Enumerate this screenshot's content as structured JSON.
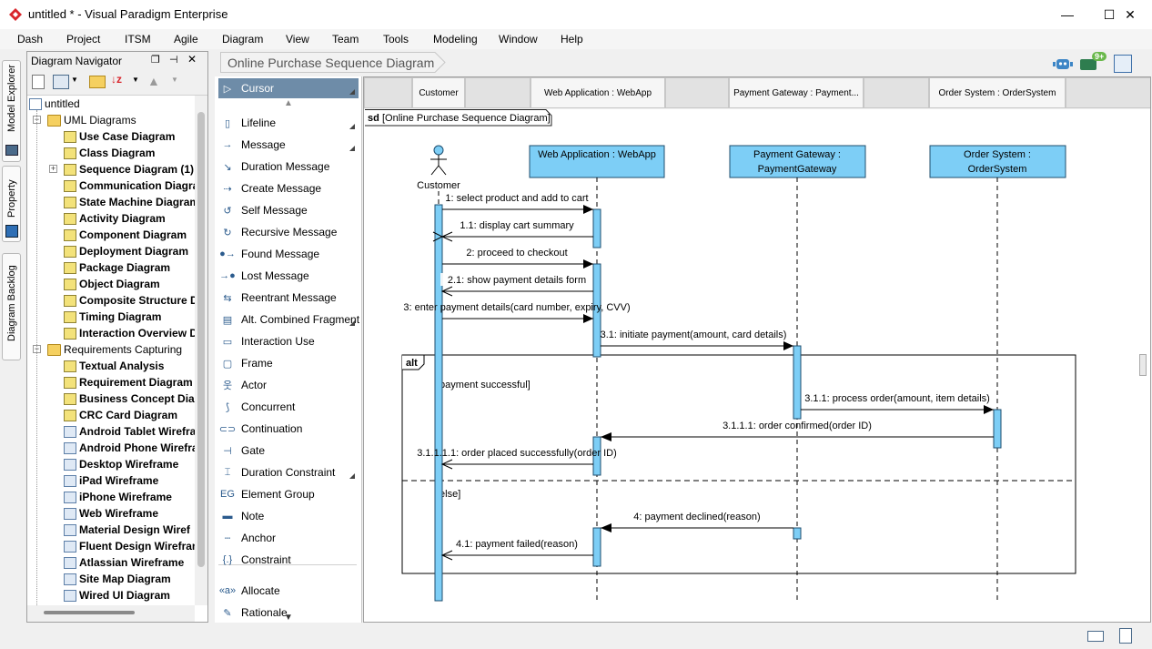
{
  "window": {
    "title": "untitled * - Visual Paradigm Enterprise",
    "minimize": "—",
    "maximize": "☐",
    "close": "✕"
  },
  "menu": [
    "Dash",
    "Project",
    "ITSM",
    "Agile",
    "Diagram",
    "View",
    "Team",
    "Tools",
    "Modeling",
    "Window",
    "Help"
  ],
  "vtabs": [
    "Model Explorer",
    "Property",
    "Diagram Backlog"
  ],
  "navigator": {
    "title": "Diagram Navigator",
    "tree": [
      {
        "label": "untitled",
        "level": 0,
        "icon": "page",
        "bold": false
      },
      {
        "label": "UML Diagrams",
        "level": 1,
        "icon": "folder",
        "bold": false,
        "expander": "−"
      },
      {
        "label": "Use Case Diagram",
        "level": 2,
        "icon": "diag",
        "bold": true
      },
      {
        "label": "Class Diagram",
        "level": 2,
        "icon": "diag",
        "bold": true
      },
      {
        "label": "Sequence Diagram (1)",
        "level": 2,
        "icon": "diag",
        "bold": true,
        "expander": "+"
      },
      {
        "label": "Communication Diagram",
        "level": 2,
        "icon": "diag",
        "bold": true
      },
      {
        "label": "State Machine Diagram",
        "level": 2,
        "icon": "diag",
        "bold": true
      },
      {
        "label": "Activity Diagram",
        "level": 2,
        "icon": "diag",
        "bold": true
      },
      {
        "label": "Component Diagram",
        "level": 2,
        "icon": "diag",
        "bold": true
      },
      {
        "label": "Deployment Diagram",
        "level": 2,
        "icon": "diag",
        "bold": true
      },
      {
        "label": "Package Diagram",
        "level": 2,
        "icon": "diag",
        "bold": true
      },
      {
        "label": "Object Diagram",
        "level": 2,
        "icon": "diag",
        "bold": true
      },
      {
        "label": "Composite Structure D",
        "level": 2,
        "icon": "diag",
        "bold": true
      },
      {
        "label": "Timing Diagram",
        "level": 2,
        "icon": "diag",
        "bold": true
      },
      {
        "label": "Interaction Overview D",
        "level": 2,
        "icon": "diag",
        "bold": true
      },
      {
        "label": "Requirements Capturing",
        "level": 1,
        "icon": "folder",
        "bold": false,
        "expander": "−"
      },
      {
        "label": "Textual Analysis",
        "level": 2,
        "icon": "diag",
        "bold": true
      },
      {
        "label": "Requirement Diagram",
        "level": 2,
        "icon": "diag",
        "bold": true
      },
      {
        "label": "Business Concept Diag",
        "level": 2,
        "icon": "diag",
        "bold": true
      },
      {
        "label": "CRC Card Diagram",
        "level": 2,
        "icon": "diag",
        "bold": true
      },
      {
        "label": "Android Tablet Wirefra",
        "level": 2,
        "icon": "wire",
        "bold": true
      },
      {
        "label": "Android Phone Wirefra",
        "level": 2,
        "icon": "wire",
        "bold": true
      },
      {
        "label": "Desktop Wireframe",
        "level": 2,
        "icon": "wire",
        "bold": true
      },
      {
        "label": "iPad Wireframe",
        "level": 2,
        "icon": "wire",
        "bold": true
      },
      {
        "label": "iPhone Wireframe",
        "level": 2,
        "icon": "wire",
        "bold": true
      },
      {
        "label": "Web Wireframe",
        "level": 2,
        "icon": "wire",
        "bold": true
      },
      {
        "label": "Material Design Wiref",
        "level": 2,
        "icon": "wire",
        "bold": true
      },
      {
        "label": "Fluent Design Wirefran",
        "level": 2,
        "icon": "wire",
        "bold": true
      },
      {
        "label": "Atlassian Wireframe",
        "level": 2,
        "icon": "wire",
        "bold": true
      },
      {
        "label": "Site Map Diagram",
        "level": 2,
        "icon": "wire",
        "bold": true
      },
      {
        "label": "Wired UI Diagram",
        "level": 2,
        "icon": "wire",
        "bold": true
      }
    ]
  },
  "breadcrumb": "Online Purchase Sequence Diagram",
  "notification_badge": "9+",
  "palette": [
    {
      "label": "Cursor",
      "icon": "▷",
      "selected": true
    },
    {
      "label": "Lifeline",
      "icon": "▯",
      "more": true
    },
    {
      "label": "Message",
      "icon": "→",
      "more": true
    },
    {
      "label": "Duration Message",
      "icon": "↘"
    },
    {
      "label": "Create Message",
      "icon": "⇢"
    },
    {
      "label": "Self Message",
      "icon": "↺"
    },
    {
      "label": "Recursive Message",
      "icon": "↻"
    },
    {
      "label": "Found Message",
      "icon": "●→"
    },
    {
      "label": "Lost Message",
      "icon": "→●"
    },
    {
      "label": "Reentrant Message",
      "icon": "⇆"
    },
    {
      "label": "Alt. Combined Fragment",
      "icon": "▤",
      "more": true
    },
    {
      "label": "Interaction Use",
      "icon": "▭"
    },
    {
      "label": "Frame",
      "icon": "▢"
    },
    {
      "label": "Actor",
      "icon": "웃"
    },
    {
      "label": "Concurrent",
      "icon": "⟆"
    },
    {
      "label": "Continuation",
      "icon": "⊂⊃"
    },
    {
      "label": "Gate",
      "icon": "⊣"
    },
    {
      "label": "Duration Constraint",
      "icon": "⌶",
      "more": true
    },
    {
      "label": "Element Group",
      "icon": "EG"
    },
    {
      "label": "Note",
      "icon": "▬"
    },
    {
      "label": "Anchor",
      "icon": "┄"
    },
    {
      "label": "Constraint",
      "icon": "{.}"
    },
    {
      "label": "Allocate",
      "icon": "«a»"
    },
    {
      "label": "Rationale",
      "icon": "✎"
    }
  ],
  "lifeline_headers": [
    "Customer",
    "Web Application : WebApp",
    "Payment Gateway : Payment...",
    "Order System : OrderSystem"
  ],
  "diagram": {
    "frame_label": "sd",
    "frame_title": "[Online Purchase Sequence Diagram]",
    "actor": "Customer",
    "lifelines": [
      {
        "line1": "Web Application : WebApp",
        "line2": ""
      },
      {
        "line1": "Payment Gateway :",
        "line2": "PaymentGateway"
      },
      {
        "line1": "Order System :",
        "line2": "OrderSystem"
      }
    ],
    "alt_label": "alt",
    "guard1": "[payment successful]",
    "guard2": "[else]",
    "messages": [
      "1: select product and add to cart",
      "1.1: display cart summary",
      "2: proceed to checkout",
      "2.1: show payment details form",
      "3: enter payment details(card number, expiry, CVV)",
      "3.1: initiate payment(amount, card details)",
      "3.1.1: process order(amount, item details)",
      "3.1.1.1: order confirmed(order ID)",
      "3.1.1.1.1: order placed successfully(order ID)",
      "4: payment declined(reason)",
      "4.1: payment failed(reason)"
    ]
  },
  "colors": {
    "lifeline_fill": "#7dcef6",
    "lifeline_border": "#1e4d6e",
    "selected_palette": "#6e8ca8",
    "accent_red": "#d9262c"
  }
}
